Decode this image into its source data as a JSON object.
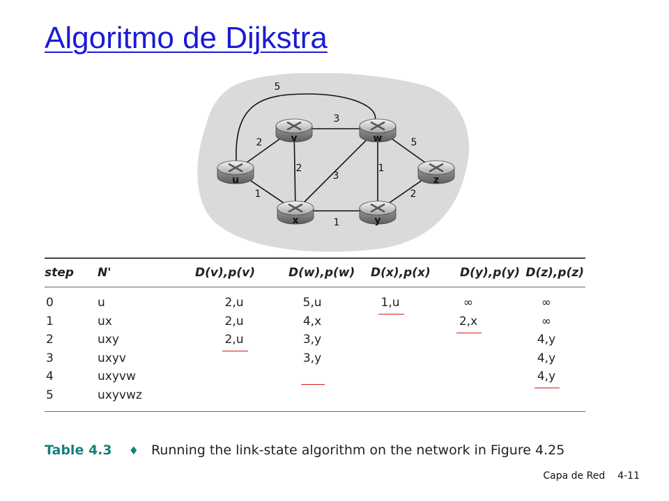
{
  "title": "Algoritmo de Dijkstra",
  "graph": {
    "nodes": [
      "u",
      "v",
      "w",
      "x",
      "y",
      "z"
    ],
    "edges": [
      {
        "from": "u",
        "to": "w",
        "weight": "5"
      },
      {
        "from": "u",
        "to": "v",
        "weight": "2"
      },
      {
        "from": "u",
        "to": "x",
        "weight": "1"
      },
      {
        "from": "v",
        "to": "w",
        "weight": "3"
      },
      {
        "from": "v",
        "to": "x",
        "weight": "2"
      },
      {
        "from": "w",
        "to": "x",
        "weight": "3"
      },
      {
        "from": "w",
        "to": "y",
        "weight": "1"
      },
      {
        "from": "w",
        "to": "z",
        "weight": "5"
      },
      {
        "from": "x",
        "to": "y",
        "weight": "1"
      },
      {
        "from": "y",
        "to": "z",
        "weight": "2"
      }
    ]
  },
  "table": {
    "headers": [
      "step",
      "N'",
      "D(v),p(v)",
      "D(w),p(w)",
      "D(x),p(x)",
      "D(y),p(y)",
      "D(z),p(z)"
    ],
    "rows": [
      [
        "0",
        "u",
        "2,u",
        "5,u",
        "1,u",
        "∞",
        "∞"
      ],
      [
        "1",
        "ux",
        "2,u",
        "4,x",
        "",
        "2,x",
        "∞"
      ],
      [
        "2",
        "uxy",
        "2,u",
        "3,y",
        "",
        "",
        "4,y"
      ],
      [
        "3",
        "uxyv",
        "",
        "3,y",
        "",
        "",
        "4,y"
      ],
      [
        "4",
        "uxyvw",
        "",
        "",
        "",
        "",
        "4,y"
      ],
      [
        "5",
        "uxyvwz",
        "",
        "",
        "",
        "",
        ""
      ]
    ],
    "marked_cells": [
      [
        0,
        4
      ],
      [
        1,
        5
      ],
      [
        2,
        2
      ],
      [
        4,
        3
      ],
      [
        4,
        6
      ]
    ],
    "mark_color": "#d21919"
  },
  "caption": {
    "label": "Table 4.3",
    "symbol": "♦",
    "text": "Running the link-state algorithm on the network in Figure 4.25"
  },
  "footer": {
    "chapter": "Capa de Red",
    "page": "4-11"
  },
  "colors": {
    "title": "#1b1bd6",
    "blob": "#d8dbd8",
    "caption_label": "#1a7e7a"
  }
}
